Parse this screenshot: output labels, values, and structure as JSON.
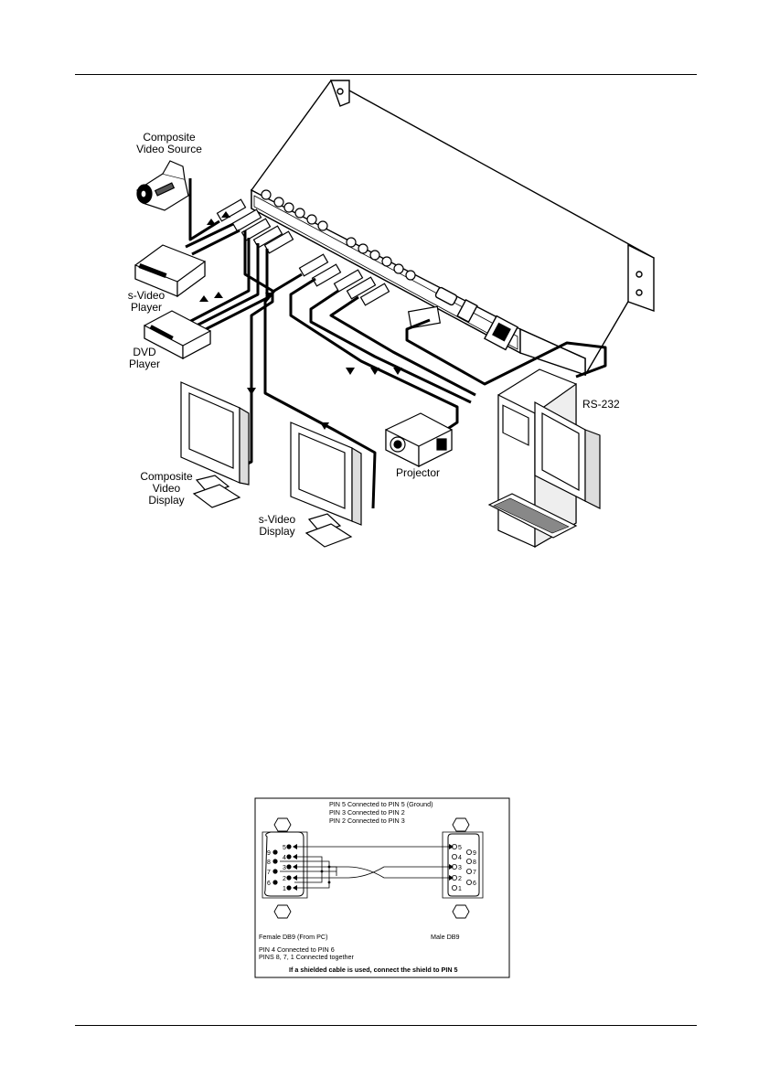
{
  "devices": {
    "composite_source": [
      "Composite",
      "Video Source"
    ],
    "svideo_player": [
      "s-Video",
      "Player"
    ],
    "dvd_player": [
      "DVD",
      "Player"
    ],
    "composite_display": [
      "Composite",
      "Video",
      "Display"
    ],
    "svideo_display": [
      "s-Video",
      "Display"
    ],
    "projector": "Projector",
    "rs232": "RS-232"
  },
  "pinout": {
    "top_notes": [
      "PIN 5 Connected to PIN 5 (Ground)",
      "PIN 3 Connected to PIN 2",
      "PIN 2 Connected to PIN 3"
    ],
    "female_label": "Female DB9 (From PC)",
    "male_label": "Male DB9",
    "bottom_notes": [
      "PIN 4 Connected to PIN 6",
      "PINS 8, 7, 1 Connected together"
    ],
    "shield_note": "If a shielded cable is used, connect the shield to PIN 5",
    "female_pins_right": [
      "5",
      "4",
      "3",
      "2",
      "1"
    ],
    "female_pins_left": [
      "9",
      "8",
      "7",
      "6"
    ],
    "male_pins_left": [
      "5",
      "4",
      "3",
      "2",
      "1"
    ],
    "male_pins_right": [
      "9",
      "8",
      "7",
      "6"
    ]
  }
}
